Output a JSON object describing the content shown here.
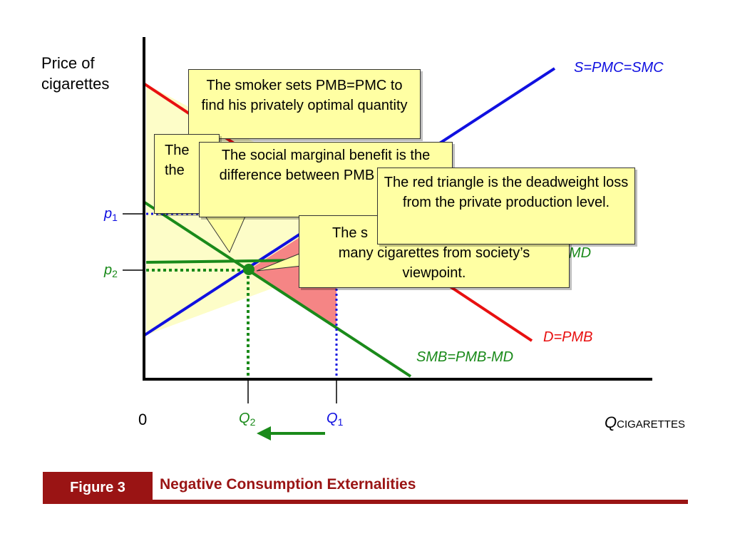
{
  "axis": {
    "y_title": "Price of cigarettes",
    "origin": "0",
    "x_title_main": "Q",
    "x_title_sub": "CIGARETTES"
  },
  "ticks": {
    "p1_main": "p",
    "p1_sub": "1",
    "p2_main": "p",
    "p2_sub": "2",
    "q2_main": "Q",
    "q2_sub": "2",
    "q1_main": "Q",
    "q1_sub": "1"
  },
  "curves": {
    "supply": "S=PMC=SMC",
    "demand": "D=PMB",
    "smb": "SMB=PMB-MD",
    "md_fragment": "MD"
  },
  "callouts": {
    "smoker_sets": "The smoker sets PMB=PMC to find his privately optimal quantity",
    "hidden_left": "The\nthe",
    "social_benefit": "The social marginal benefit is the difference between PMB and MD.",
    "society_view": "The smoker consumes too many cigarettes from society’s viewpoint.",
    "society_view_visible_head": "The s",
    "red_triangle": "The red triangle is the deadweight loss from the private production level."
  },
  "figure": {
    "label": "Figure 3",
    "title": "Negative Consumption Externalities"
  },
  "colors": {
    "supply": "#1010e0",
    "demand": "#e81010",
    "smb": "#1a8a1a",
    "dwl_fill": "#f58585",
    "surplus_fill": "#fdfdc8",
    "callout_fill": "#ffffa3",
    "brand": "#9a1414"
  }
}
